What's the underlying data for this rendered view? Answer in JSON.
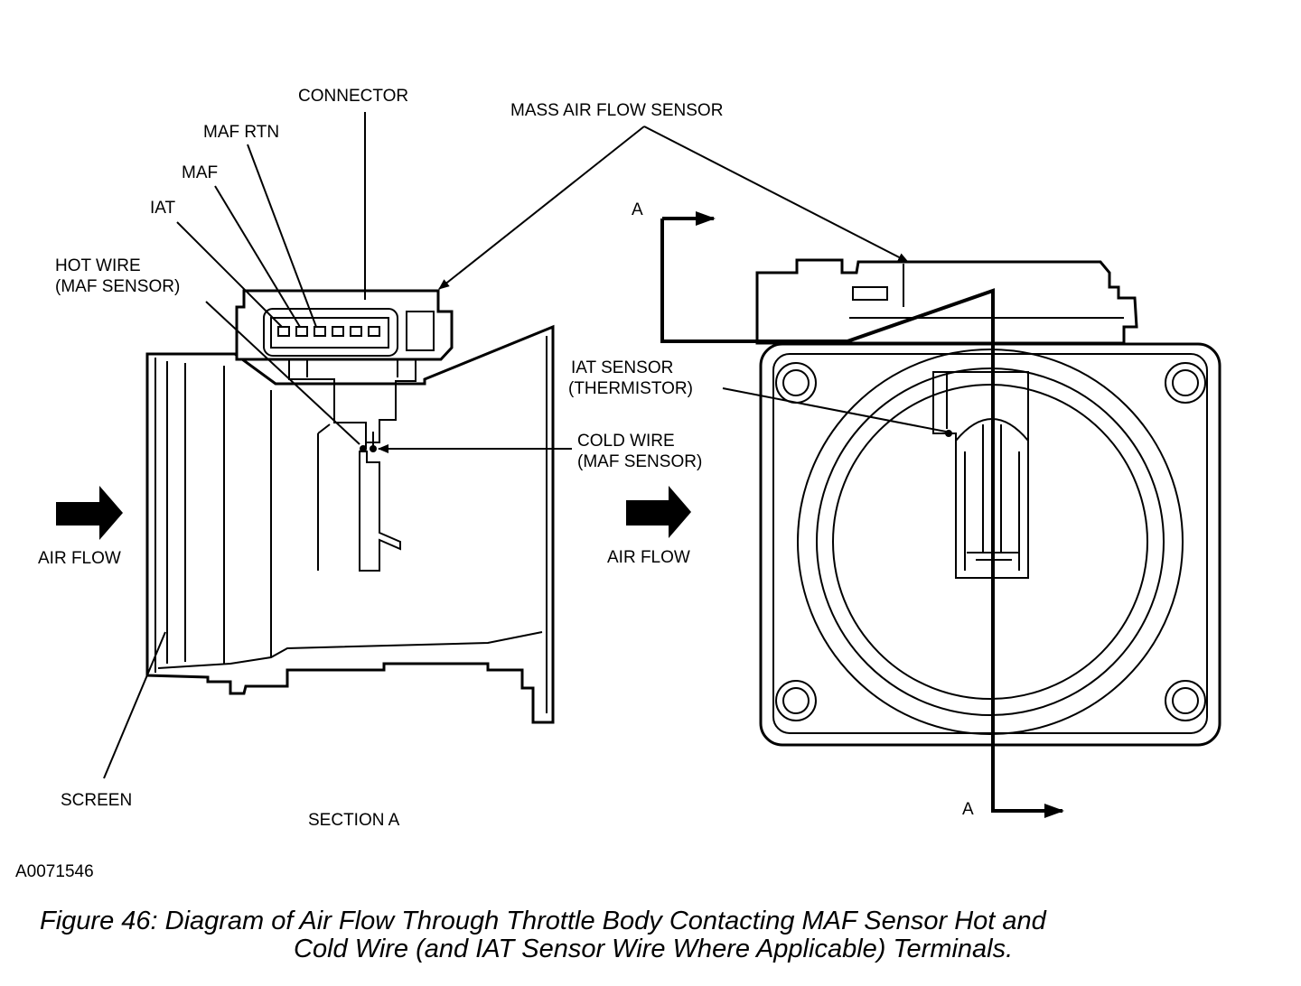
{
  "labels": {
    "connector": "CONNECTOR",
    "maf_rtn": "MAF RTN",
    "maf": "MAF",
    "iat": "IAT",
    "hot_wire_1": "HOT WIRE",
    "hot_wire_2": "(MAF SENSOR)",
    "mass_air_flow_sensor": "MASS AIR FLOW SENSOR",
    "iat_sensor_1": "IAT SENSOR",
    "iat_sensor_2": "(THERMISTOR)",
    "cold_wire_1": "COLD WIRE",
    "cold_wire_2": "(MAF SENSOR)",
    "air_flow_left": "AIR FLOW",
    "air_flow_right": "AIR FLOW",
    "screen": "SCREEN",
    "section_a": "SECTION A",
    "section_marker_top": "A",
    "section_marker_bottom": "A",
    "figure_id": "A0071546"
  },
  "caption": {
    "line1": "Figure 46: Diagram of Air Flow Through Throttle Body Contacting MAF Sensor Hot and",
    "line2": "Cold Wire (and IAT Sensor Wire Where Applicable) Terminals."
  }
}
